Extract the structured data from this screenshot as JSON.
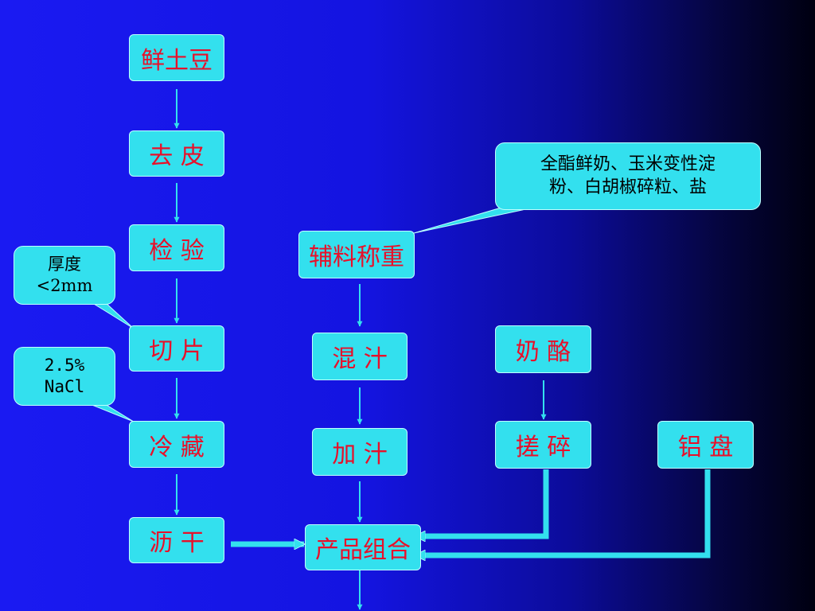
{
  "colors": {
    "box_fill": "#33e0ee",
    "box_text": "#e8102a",
    "note_text": "#000000",
    "arrow": "#33e0ee",
    "background_left": "#1a1af2",
    "background_right": "#000010"
  },
  "nodes": {
    "fresh_potato": "鲜土豆",
    "peel": "去 皮",
    "inspect": "检 验",
    "slice": "切 片",
    "refrigerate": "冷 藏",
    "drain": "沥 干",
    "weigh_ingredients": "辅料称重",
    "mix_sauce": "混 汁",
    "add_sauce": "加 汁",
    "cheese": "奶 酪",
    "grind": "搓 碎",
    "aluminum_tray": "铝 盘",
    "product_assembly": "产品组合"
  },
  "notes": {
    "ingredients": [
      "全酯鲜奶、玉米变性淀",
      "粉、白胡椒碎粒、盐"
    ],
    "thickness": [
      "厚度",
      "<2mm"
    ],
    "salt_solution": [
      "2.5%",
      "NaCl"
    ]
  }
}
